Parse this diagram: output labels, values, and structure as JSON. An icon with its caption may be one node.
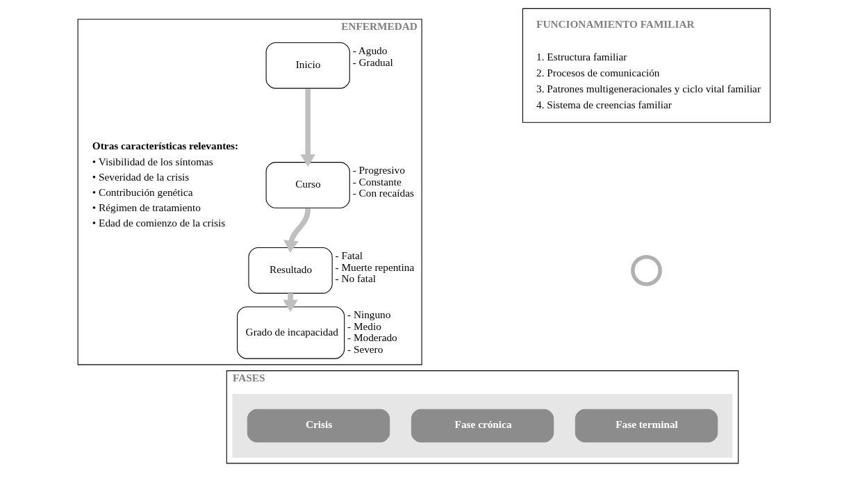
{
  "diagram": {
    "nodes": [
      {
        "text": [
          "ENFERMEDAD"
        ]
      },
      {
        "text": [
          "Inicio"
        ],
        "in": 0,
        "beside": [
          "- Agudo",
          "- Gradual"
        ]
      },
      {
        "text": [
          "Curso"
        ],
        "in": 0,
        "beside": [
          "- Progresivo",
          "- Constante",
          "- Con recaídas"
        ]
      },
      {
        "text": [
          "Resultado"
        ],
        "in": 0,
        "beside": [
          "- Fatal",
          "- Muerte repentina",
          "- No fatal"
        ]
      },
      {
        "text": [
          "Grado de incapacidad"
        ],
        "in": 0,
        "beside": [
          "- Ninguno",
          "- Medio",
          "- Moderado",
          "- Severo"
        ]
      },
      {
        "text": [
          "FUNCIONAMIENTO FAMILIAR",
          "1. Estructura familiar",
          "2. Procesos de comunicación",
          "3. Patrones multigeneracionales y ciclo vital familiar",
          "4. Sistema de creencias familiar"
        ]
      },
      {
        "text": [],
        "shape": "cycle"
      },
      {
        "text": [
          "FASES"
        ]
      },
      {
        "text": [],
        "shape": "arrow",
        "in": 7
      },
      {
        "text": [
          "Crisis"
        ],
        "in": 8
      },
      {
        "text": [
          "Fase crónica"
        ],
        "in": 8
      },
      {
        "text": [
          "Fase terminal"
        ],
        "in": 8
      }
    ],
    "edges": [
      {
        "from": 1,
        "to": 2,
        "arrow": "to"
      },
      {
        "from": 2,
        "to": 3,
        "arrow": "to"
      },
      {
        "from": 3,
        "to": 4,
        "arrow": "to"
      }
    ],
    "labels": [
      "Otras características relevantes:",
      "• Visibilidad de los síntomas",
      "• Severidad de la crisis",
      "• Contribución genética",
      "• Régimen de tratamiento",
      "• Edad de comienzo de la crisis"
    ]
  }
}
